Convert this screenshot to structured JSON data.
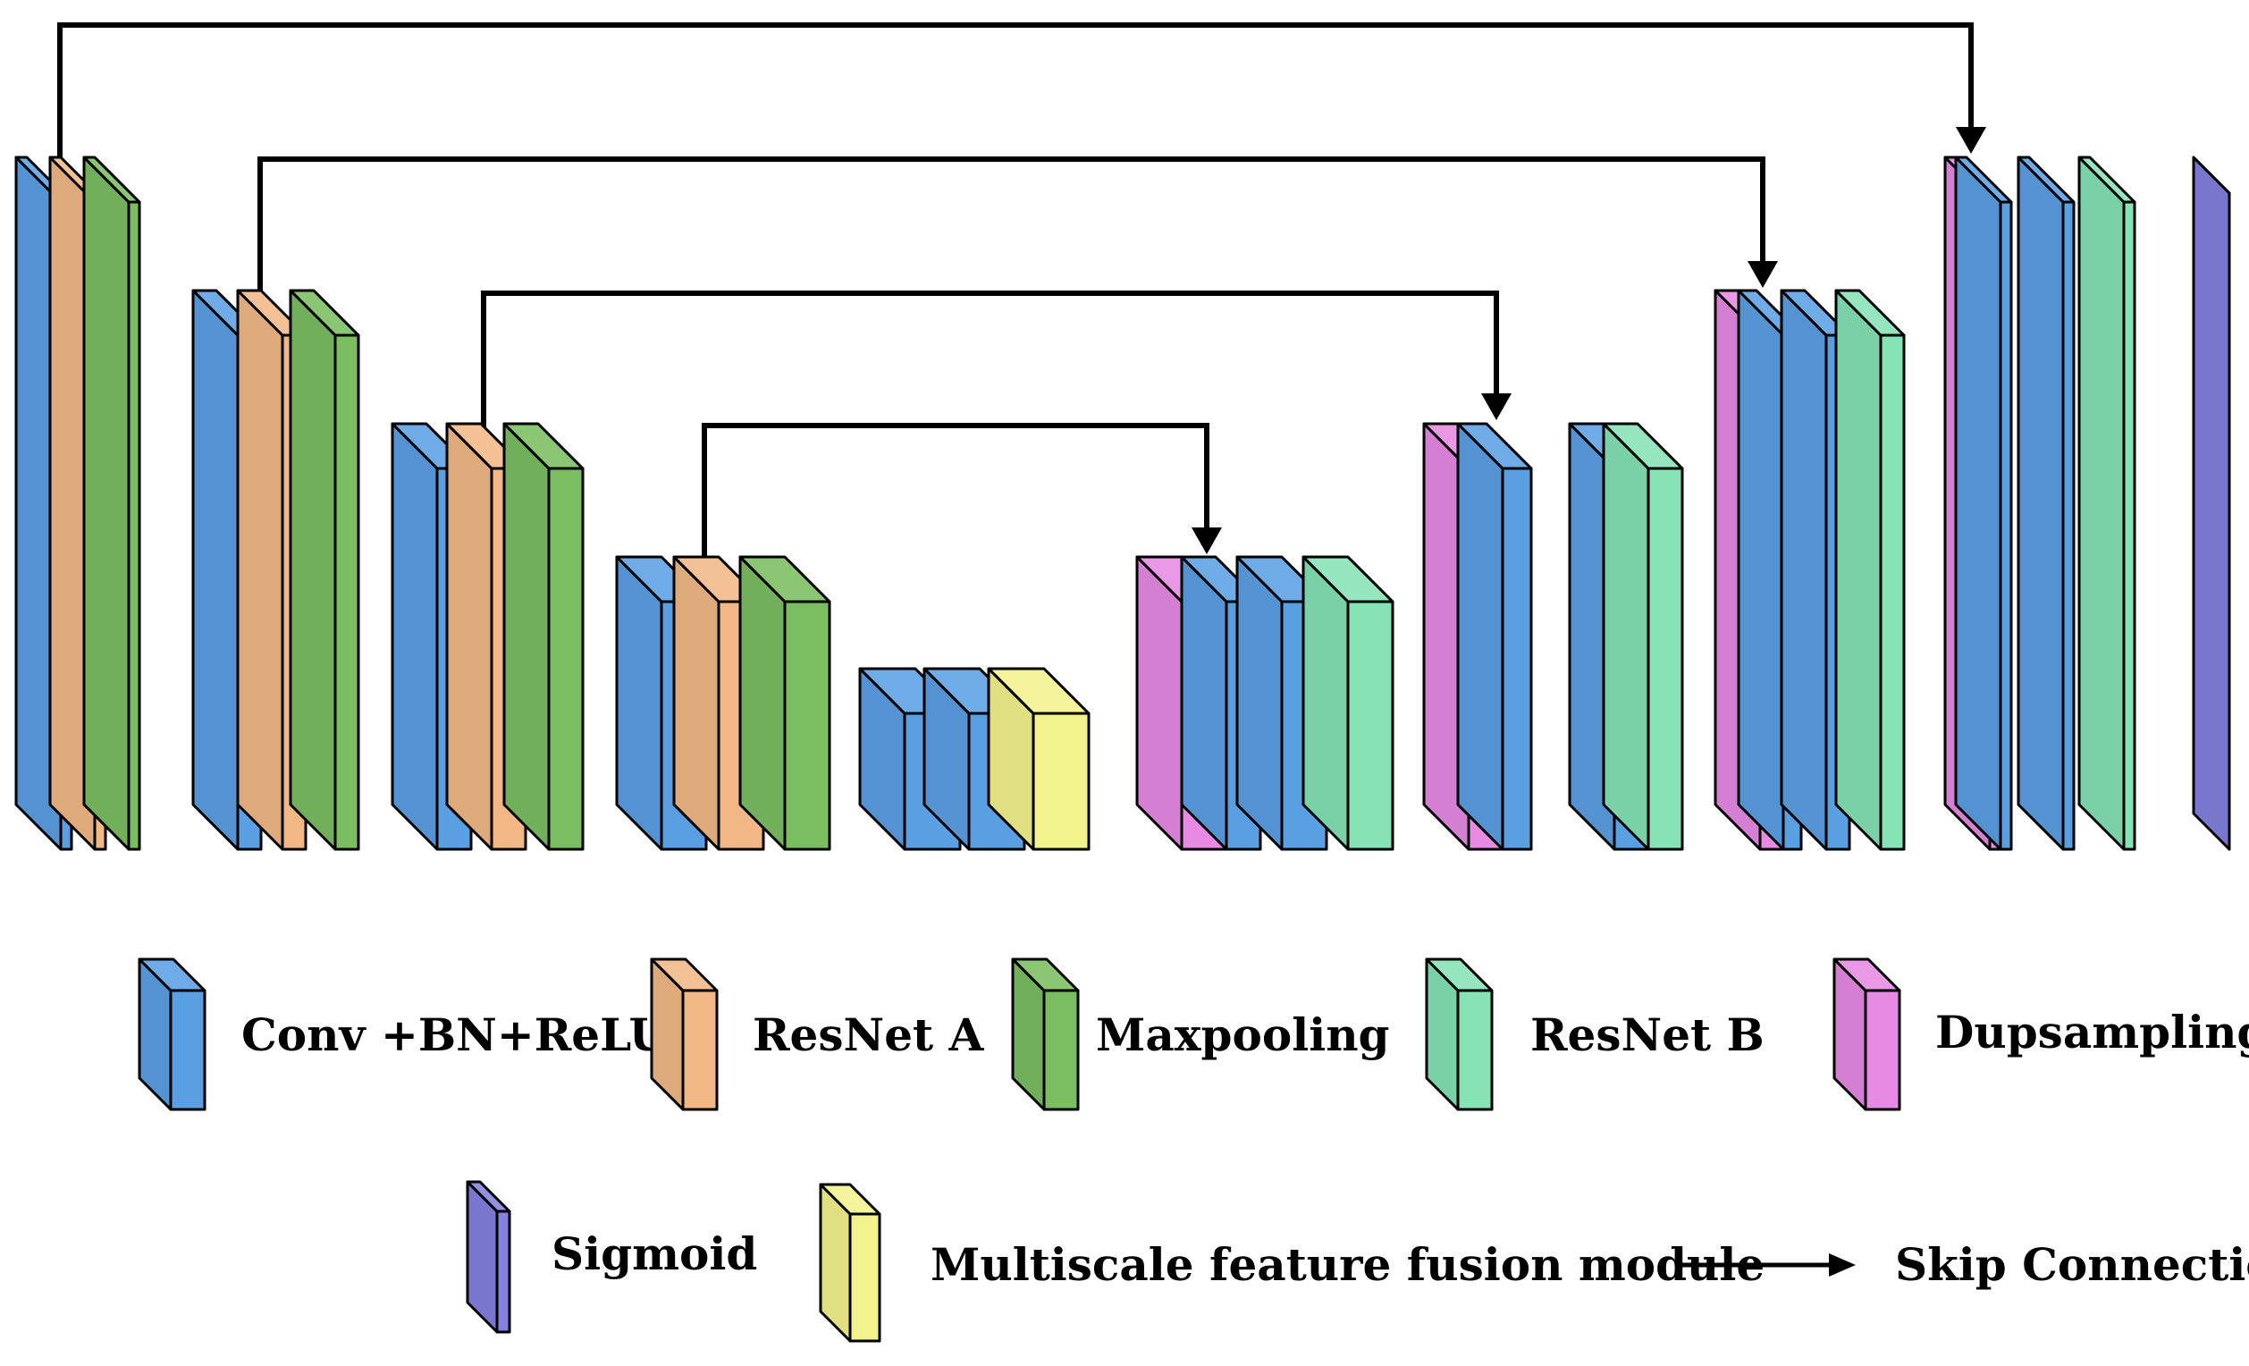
{
  "colors": {
    "conv": "#5B9FE3",
    "resnet_a": "#F1B886",
    "maxpool": "#7BBE62",
    "resnet_b": "#86E3B6",
    "dupsample": "#E68AE3",
    "sigmoid": "#8481DF",
    "fusion": "#F3F38E",
    "line": "#000000"
  },
  "network": {
    "stages": [
      {
        "name": "encoder-1",
        "layers": [
          "conv",
          "resnet_a",
          "maxpool"
        ]
      },
      {
        "name": "encoder-2",
        "layers": [
          "conv",
          "resnet_a",
          "maxpool"
        ]
      },
      {
        "name": "encoder-3",
        "layers": [
          "conv",
          "resnet_a",
          "maxpool"
        ]
      },
      {
        "name": "encoder-4",
        "layers": [
          "conv",
          "resnet_a",
          "maxpool"
        ]
      },
      {
        "name": "bottleneck",
        "layers": [
          "conv",
          "conv",
          "fusion"
        ]
      },
      {
        "name": "decoder-1",
        "layers": [
          "dupsample",
          "conv",
          "conv",
          "resnet_b"
        ]
      },
      {
        "name": "decoder-2",
        "layers": [
          "dupsample",
          "conv",
          "conv",
          "resnet_b"
        ]
      },
      {
        "name": "decoder-3",
        "layers": [
          "dupsample",
          "conv",
          "conv",
          "resnet_b"
        ]
      },
      {
        "name": "decoder-4",
        "layers": [
          "dupsample",
          "conv",
          "conv",
          "resnet_b"
        ]
      },
      {
        "name": "output",
        "layers": [
          "sigmoid"
        ]
      }
    ],
    "skip_connections": [
      {
        "from": "encoder-1",
        "to": "decoder-4"
      },
      {
        "from": "encoder-2",
        "to": "decoder-3"
      },
      {
        "from": "encoder-3",
        "to": "decoder-2"
      },
      {
        "from": "encoder-4",
        "to": "decoder-1"
      }
    ]
  },
  "legend": {
    "row1": [
      {
        "key": "conv",
        "label": "Conv +BN+ReLU"
      },
      {
        "key": "resnet_a",
        "label": "ResNet A"
      },
      {
        "key": "maxpool",
        "label": "Maxpooling"
      },
      {
        "key": "resnet_b",
        "label": "ResNet B"
      },
      {
        "key": "dupsample",
        "label": "Dupsampling"
      }
    ],
    "row2": [
      {
        "key": "sigmoid",
        "label": "Sigmoid"
      },
      {
        "key": "fusion",
        "label": "Multiscale feature fusion module"
      },
      {
        "key": "skip",
        "label": "Skip Connection"
      }
    ]
  }
}
